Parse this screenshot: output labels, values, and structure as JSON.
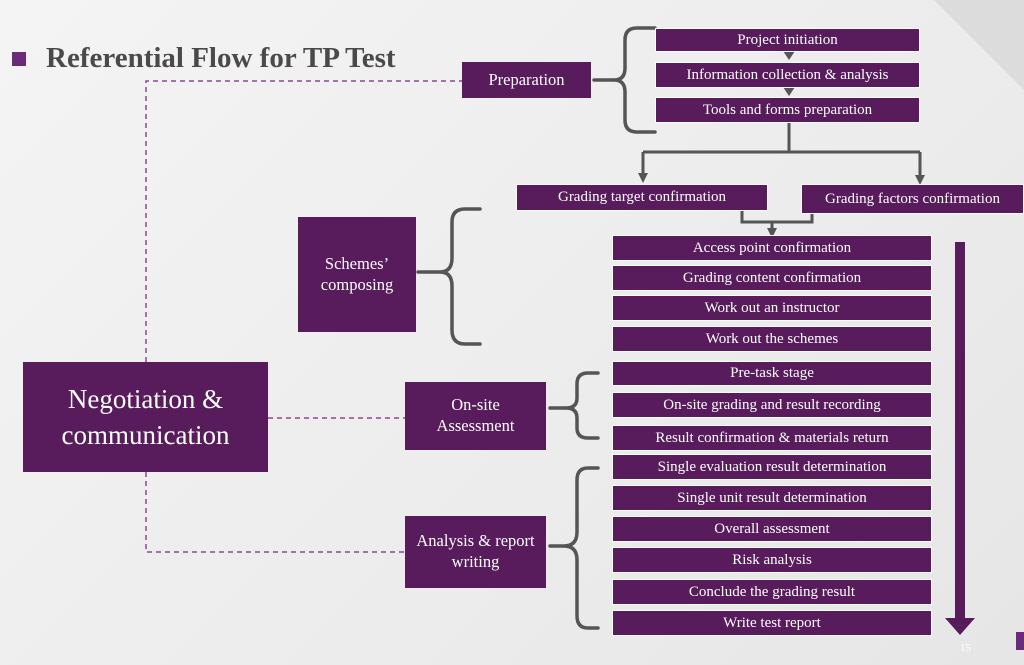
{
  "title": "Referential Flow for TP Test",
  "hub": {
    "label": "Negotiation & communication"
  },
  "phases": {
    "preparation": "Preparation",
    "schemes": "Schemes’ composing",
    "onsite": "On-site Assessment",
    "analysis": "Analysis & report writing"
  },
  "preparation_steps": [
    "Project initiation",
    "Information collection & analysis",
    "Tools and forms preparation"
  ],
  "confirmations": [
    "Grading target confirmation",
    "Grading factors confirmation"
  ],
  "schemes_steps": [
    "Access point confirmation",
    "Grading content confirmation",
    "Work out an instructor",
    "Work out the schemes"
  ],
  "onsite_steps": [
    "Pre-task stage",
    "On-site grading and result recording",
    "Result confirmation & materials return"
  ],
  "analysis_steps": [
    "Single evaluation result determination",
    "Single unit result determination",
    "Overall assessment",
    "Risk analysis",
    "Conclude the grading result",
    "Write test report"
  ],
  "page_number": "15",
  "colors": {
    "box": "#581b5c",
    "accent": "#6b2a7a",
    "bracket": "#555555",
    "dashed": "#8a4a8f"
  }
}
